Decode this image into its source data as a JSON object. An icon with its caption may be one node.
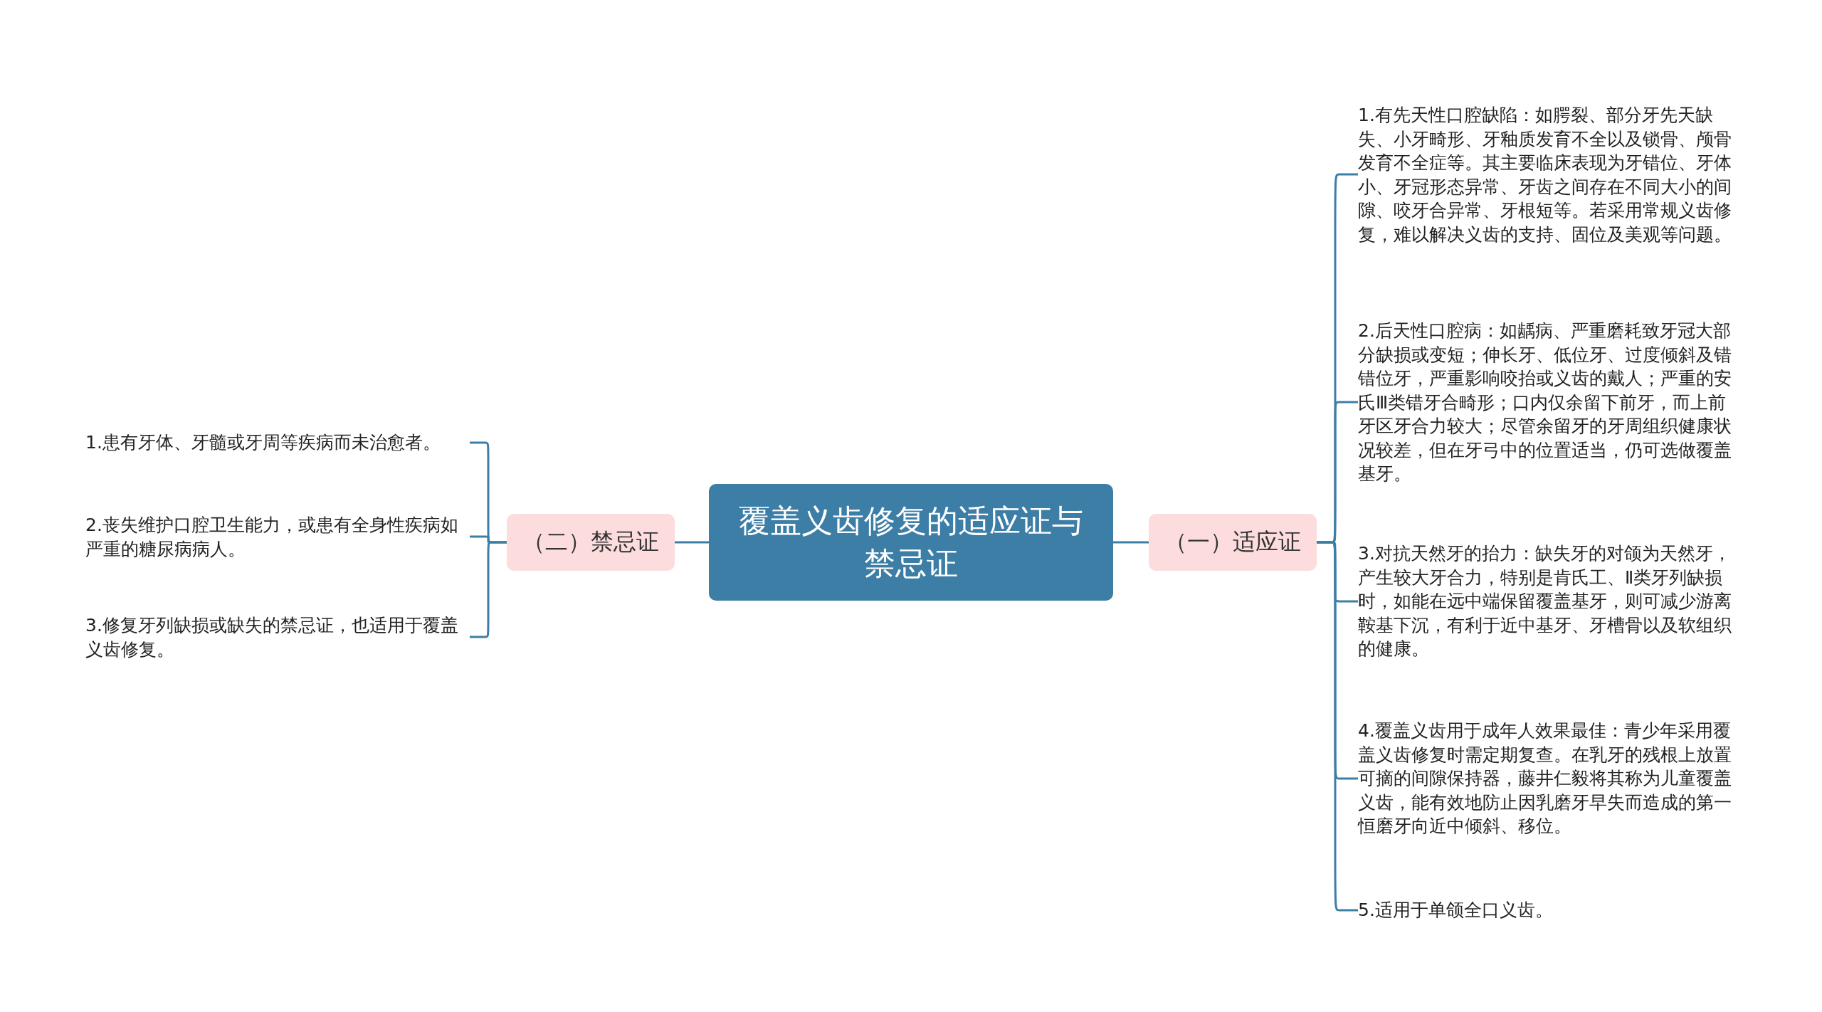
{
  "diagram": {
    "nodes": [
      {
        "text": [
          "覆盖义齿修复的适应证与禁忌证"
        ]
      },
      {
        "text": [
          "（一）适应证"
        ]
      },
      {
        "text": [
          "1.有先天性口腔缺陷：如腭裂、部分牙先天缺失、小牙畸形、牙釉质发育不全以及锁骨、颅骨发育不全症等。其主要临床表现为牙错位、牙体小、牙冠形态异常、牙齿之间存在不同大小的间隙、咬牙合异常、牙根短等。若采用常规义齿修复，难以解决义齿的支持、固位及美观等问题。"
        ]
      },
      {
        "text": [
          "2.后天性口腔病：如龋病、严重磨耗致牙冠大部分缺损或变短；伸长牙、低位牙、过度倾斜及错错位牙，严重影响咬抬或义齿的戴人；严重的安氏Ⅲ类错牙合畸形；口内仅余留下前牙，而上前牙区牙合力较大；尽管余留牙的牙周组织健康状况较差，但在牙弓中的位置适当，仍可选做覆盖基牙。"
        ]
      },
      {
        "text": [
          "3.对抗天然牙的抬力：缺失牙的对颌为天然牙，产生较大牙合力，特别是肯氏工、Ⅱ类牙列缺损时，如能在远中端保留覆盖基牙，则可减少游离鞍基下沉，有利于近中基牙、牙槽骨以及软组织的健康。"
        ]
      },
      {
        "text": [
          "4.覆盖义齿用于成年人效果最佳：青少年采用覆盖义齿修复时需定期复查。在乳牙的残根上放置可摘的间隙保持器，藤井仁毅将其称为儿童覆盖义齿，能有效地防止因乳磨牙早失而造成的第一恒磨牙向近中倾斜、移位。"
        ]
      },
      {
        "text": [
          "5.适用于单颌全口义齿。"
        ]
      },
      {
        "text": [
          "（二）禁忌证"
        ]
      },
      {
        "text": [
          "1.患有牙体、牙髓或牙周等疾病而未治愈者。"
        ]
      },
      {
        "text": [
          "2.丧失维护口腔卫生能力，或患有全身性疾病如严重的糖尿病病人。"
        ]
      },
      {
        "text": [
          "3.修复牙列缺损或缺失的禁忌证，也适用于覆盖义齿修复。"
        ]
      }
    ],
    "edges": [
      {
        "from": 0,
        "to": 1,
        "arrow": "none"
      },
      {
        "from": 1,
        "to": 2,
        "arrow": "none"
      },
      {
        "from": 1,
        "to": 3,
        "arrow": "none"
      },
      {
        "from": 1,
        "to": 4,
        "arrow": "none"
      },
      {
        "from": 1,
        "to": 5,
        "arrow": "none"
      },
      {
        "from": 1,
        "to": 6,
        "arrow": "none"
      },
      {
        "from": 0,
        "to": 7,
        "arrow": "none"
      },
      {
        "from": 7,
        "to": 8,
        "arrow": "none"
      },
      {
        "from": 7,
        "to": 9,
        "arrow": "none"
      },
      {
        "from": 7,
        "to": 10,
        "arrow": "none"
      }
    ]
  }
}
